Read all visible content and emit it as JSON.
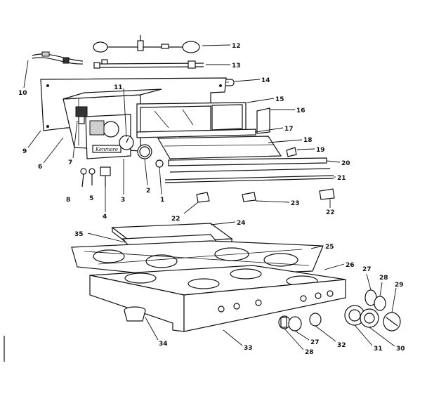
{
  "callouts": [
    "12",
    "13",
    "14",
    "10",
    "11",
    "15",
    "16",
    "17",
    "18",
    "19",
    "9",
    "6",
    "7",
    "3",
    "2",
    "1",
    "20",
    "21",
    "8",
    "5",
    "4",
    "23",
    "22",
    "22",
    "24",
    "35",
    "25",
    "26",
    "27",
    "28",
    "29",
    "34",
    "33",
    "28",
    "27",
    "32",
    "31",
    "30"
  ]
}
